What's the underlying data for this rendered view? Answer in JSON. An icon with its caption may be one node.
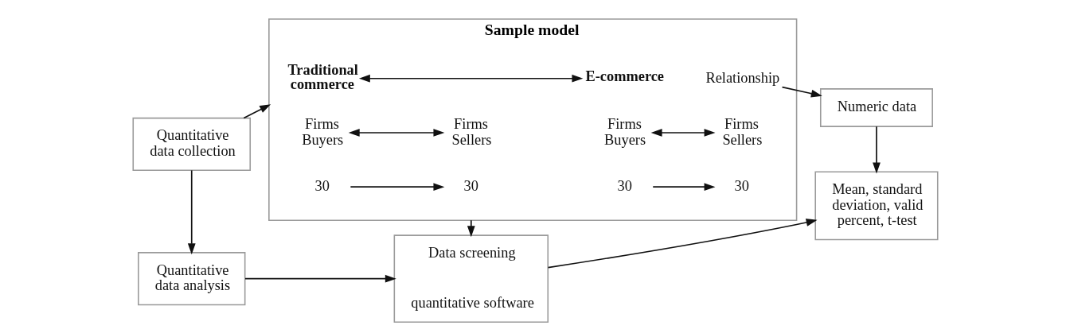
{
  "diagram": {
    "nodes": [
      {
        "text": [
          "Quantitative data collection"
        ]
      },
      {
        "text": [
          "Sample model"
        ]
      },
      {
        "text": [
          "Relationship"
        ],
        "in": 1
      },
      {
        "text": [
          "Traditional commerce"
        ],
        "in": 1
      },
      {
        "text": [
          "E-commerce"
        ],
        "in": 1
      },
      {
        "text": [
          "Firms Buyers"
        ],
        "in": 1
      },
      {
        "text": [
          "Firms Sellers"
        ],
        "in": 1
      },
      {
        "text": [
          "Firms Buyers"
        ],
        "in": 1
      },
      {
        "text": [
          "Firms Sellers"
        ],
        "in": 1
      },
      {
        "text": [
          "30"
        ],
        "in": 1
      },
      {
        "text": [
          "30"
        ],
        "in": 1
      },
      {
        "text": [
          "30"
        ],
        "in": 1
      },
      {
        "text": [
          "30"
        ],
        "in": 1
      },
      {
        "text": [
          "Numeric data"
        ]
      },
      {
        "text": [
          "Quantitative data analysis"
        ]
      },
      {
        "text": [
          "Data screening",
          "quantitative software"
        ]
      },
      {
        "text": [
          "Mean, standard deviation, valid percent, t-test"
        ]
      }
    ],
    "edges": [
      {
        "from": 0,
        "to": 1,
        "arrow": "to"
      },
      {
        "from": 2,
        "to": 13,
        "arrow": "to"
      },
      {
        "from": 3,
        "to": 4,
        "arrow": "both"
      },
      {
        "from": 5,
        "to": 6,
        "arrow": "both"
      },
      {
        "from": 7,
        "to": 8,
        "arrow": "both"
      },
      {
        "from": 0,
        "to": 14,
        "arrow": "to"
      },
      {
        "from": 1,
        "to": 15,
        "arrow": "to"
      },
      {
        "from": 13,
        "to": 16,
        "arrow": "to"
      },
      {
        "from": 9,
        "to": 10,
        "arrow": "to"
      },
      {
        "from": 11,
        "to": 12,
        "arrow": "to"
      },
      {
        "from": 14,
        "to": 15,
        "arrow": "to"
      },
      {
        "from": 15,
        "to": 16,
        "arrow": "to"
      }
    ]
  }
}
